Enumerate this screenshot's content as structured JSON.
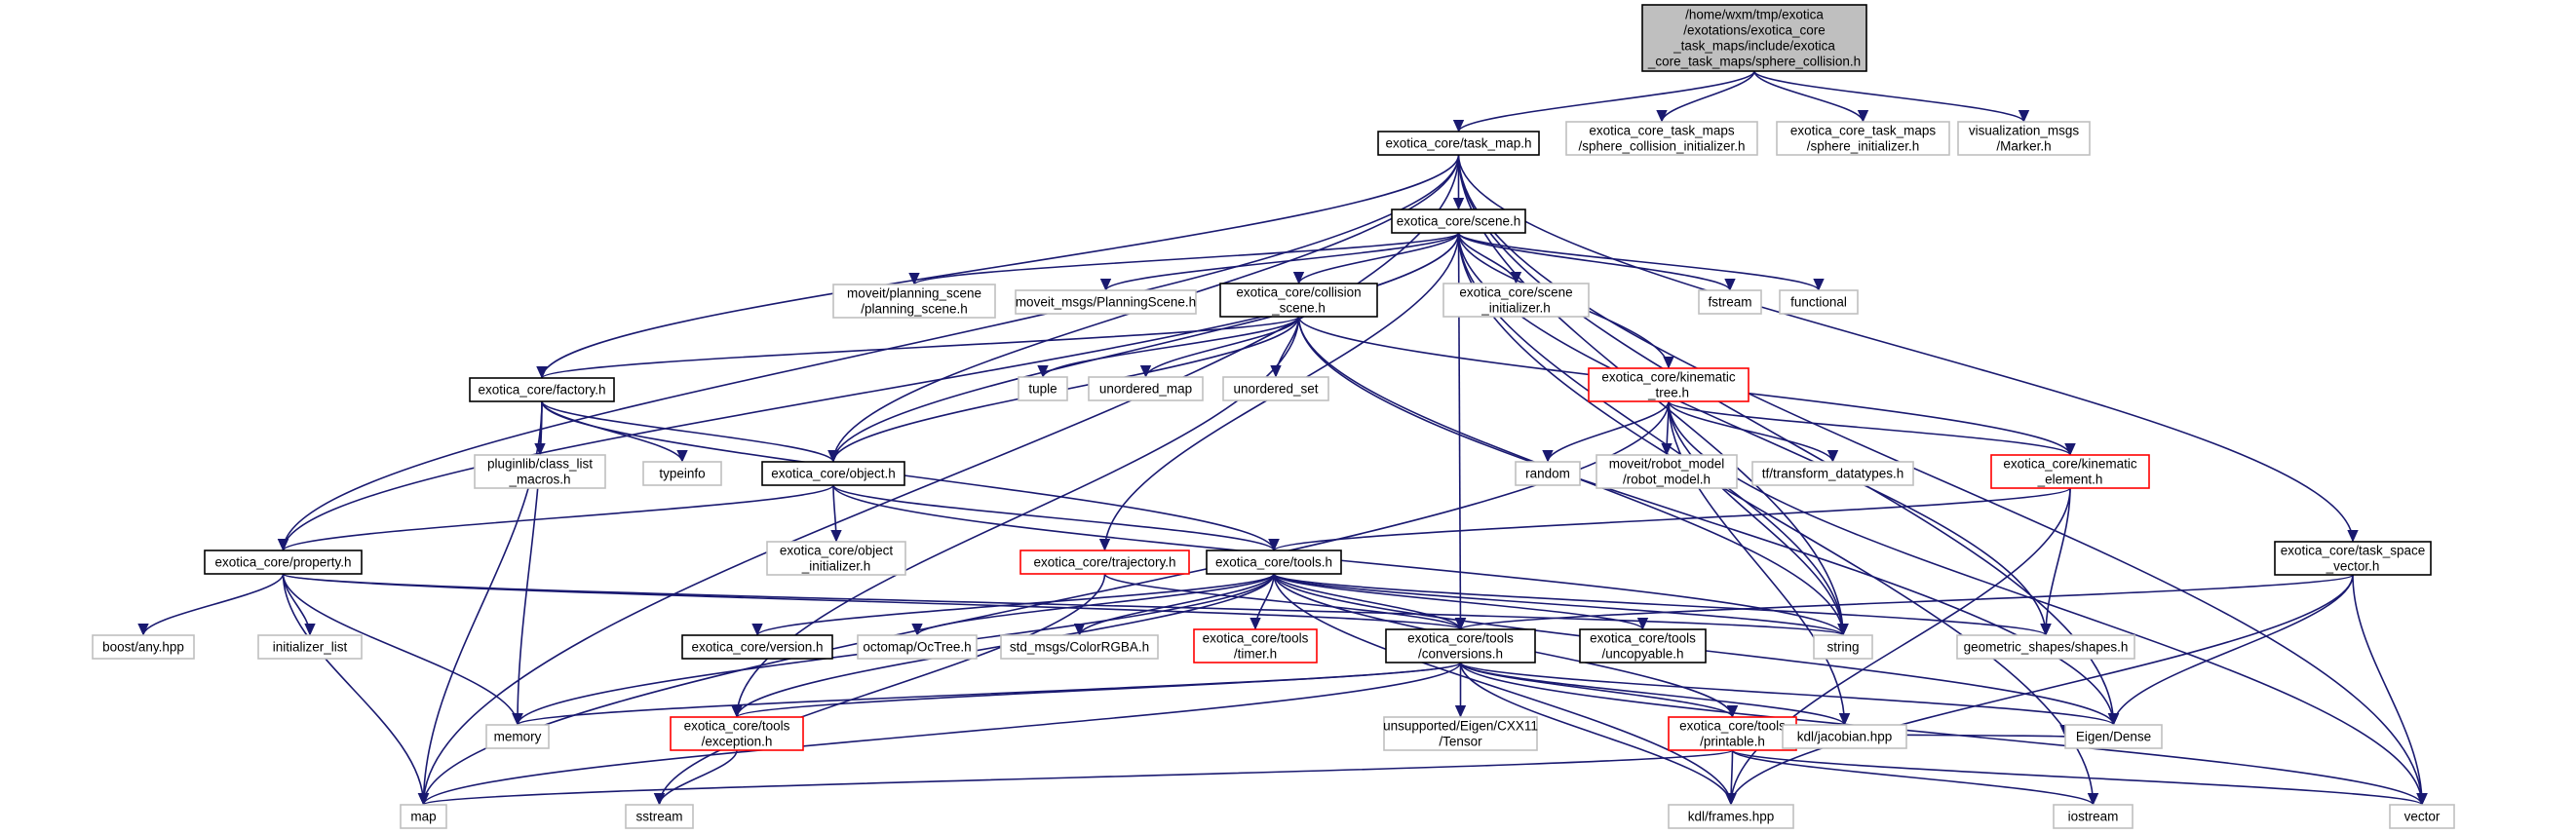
{
  "colors": {
    "edge": "#191970",
    "root_fill": "#bfbfbf",
    "root_border": "#000000",
    "documented_border": "#000000",
    "red_border": "#ff0000",
    "external_border": "#bfbfbf",
    "external_text": "#404040",
    "text": "#000000"
  },
  "graph": {
    "nodes": [
      {
        "id": "root",
        "kind": "root",
        "lines": [
          "/home/wxm/tmp/exotica",
          "/exotations/exotica_core",
          "_task_maps/include/exotica",
          "_core_task_maps/sphere_collision.h"
        ]
      },
      {
        "id": "task_map",
        "kind": "documented",
        "lines": [
          "exotica_core/task_map.h"
        ]
      },
      {
        "id": "sc_init",
        "kind": "external",
        "lines": [
          "exotica_core_task_maps",
          "/sphere_collision_initializer.h"
        ]
      },
      {
        "id": "sph_init",
        "kind": "external",
        "lines": [
          "exotica_core_task_maps",
          "/sphere_initializer.h"
        ]
      },
      {
        "id": "marker",
        "kind": "external",
        "lines": [
          "visualization_msgs",
          "/Marker.h"
        ]
      },
      {
        "id": "scene",
        "kind": "documented",
        "lines": [
          "exotica_core/scene.h"
        ]
      },
      {
        "id": "ps",
        "kind": "external",
        "lines": [
          "moveit/planning_scene",
          "/planning_scene.h"
        ]
      },
      {
        "id": "psm",
        "kind": "external",
        "lines": [
          "moveit_msgs/PlanningScene.h"
        ]
      },
      {
        "id": "collision",
        "kind": "documented",
        "lines": [
          "exotica_core/collision",
          "_scene.h"
        ]
      },
      {
        "id": "scene_init",
        "kind": "external",
        "lines": [
          "exotica_core/scene",
          "_initializer.h"
        ]
      },
      {
        "id": "fstream",
        "kind": "external",
        "lines": [
          "fstream"
        ]
      },
      {
        "id": "functional",
        "kind": "external",
        "lines": [
          "functional"
        ]
      },
      {
        "id": "factory",
        "kind": "documented",
        "lines": [
          "exotica_core/factory.h"
        ]
      },
      {
        "id": "tuple",
        "kind": "external",
        "lines": [
          "tuple"
        ]
      },
      {
        "id": "umap",
        "kind": "external",
        "lines": [
          "unordered_map"
        ]
      },
      {
        "id": "uset",
        "kind": "external",
        "lines": [
          "unordered_set"
        ]
      },
      {
        "id": "ktree",
        "kind": "red",
        "lines": [
          "exotica_core/kinematic",
          "_tree.h"
        ]
      },
      {
        "id": "pluginlib",
        "kind": "external",
        "lines": [
          "pluginlib/class_list",
          "_macros.h"
        ]
      },
      {
        "id": "typeinfo",
        "kind": "external",
        "lines": [
          "typeinfo"
        ]
      },
      {
        "id": "object",
        "kind": "documented",
        "lines": [
          "exotica_core/object.h"
        ]
      },
      {
        "id": "random",
        "kind": "external",
        "lines": [
          "random"
        ]
      },
      {
        "id": "robot_model",
        "kind": "external",
        "lines": [
          "moveit/robot_model",
          "/robot_model.h"
        ]
      },
      {
        "id": "tfdt",
        "kind": "external",
        "lines": [
          "tf/transform_datatypes.h"
        ]
      },
      {
        "id": "kelement",
        "kind": "red",
        "lines": [
          "exotica_core/kinematic",
          "_element.h"
        ]
      },
      {
        "id": "obj_init",
        "kind": "external",
        "lines": [
          "exotica_core/object",
          "_initializer.h"
        ]
      },
      {
        "id": "property",
        "kind": "documented",
        "lines": [
          "exotica_core/property.h"
        ]
      },
      {
        "id": "trajectory",
        "kind": "red",
        "lines": [
          "exotica_core/trajectory.h"
        ]
      },
      {
        "id": "tools",
        "kind": "documented",
        "lines": [
          "exotica_core/tools.h"
        ]
      },
      {
        "id": "tsv",
        "kind": "documented",
        "lines": [
          "exotica_core/task_space",
          "_vector.h"
        ]
      },
      {
        "id": "boost_any",
        "kind": "external",
        "lines": [
          "boost/any.hpp"
        ]
      },
      {
        "id": "init_list",
        "kind": "external",
        "lines": [
          "initializer_list"
        ]
      },
      {
        "id": "version",
        "kind": "documented",
        "lines": [
          "exotica_core/version.h"
        ]
      },
      {
        "id": "octree",
        "kind": "external",
        "lines": [
          "octomap/OcTree.h"
        ]
      },
      {
        "id": "color",
        "kind": "external",
        "lines": [
          "std_msgs/ColorRGBA.h"
        ]
      },
      {
        "id": "timer",
        "kind": "red",
        "lines": [
          "exotica_core/tools",
          "/timer.h"
        ]
      },
      {
        "id": "conversions",
        "kind": "documented",
        "lines": [
          "exotica_core/tools",
          "/conversions.h"
        ]
      },
      {
        "id": "uncopyable",
        "kind": "documented",
        "lines": [
          "exotica_core/tools",
          "/uncopyable.h"
        ]
      },
      {
        "id": "string",
        "kind": "external",
        "lines": [
          "string"
        ]
      },
      {
        "id": "shapes",
        "kind": "external",
        "lines": [
          "geometric_shapes/shapes.h"
        ]
      },
      {
        "id": "memory",
        "kind": "external",
        "lines": [
          "memory"
        ]
      },
      {
        "id": "exception",
        "kind": "red",
        "lines": [
          "exotica_core/tools",
          "/exception.h"
        ]
      },
      {
        "id": "tensor",
        "kind": "external",
        "lines": [
          "unsupported/Eigen/CXX11",
          "/Tensor"
        ]
      },
      {
        "id": "printable",
        "kind": "red",
        "lines": [
          "exotica_core/tools",
          "/printable.h"
        ]
      },
      {
        "id": "jacobian",
        "kind": "external",
        "lines": [
          "kdl/jacobian.hpp"
        ]
      },
      {
        "id": "eigen",
        "kind": "external",
        "lines": [
          "Eigen/Dense"
        ]
      },
      {
        "id": "map",
        "kind": "external",
        "lines": [
          "map"
        ]
      },
      {
        "id": "sstream",
        "kind": "external",
        "lines": [
          "sstream"
        ]
      },
      {
        "id": "frames",
        "kind": "external",
        "lines": [
          "kdl/frames.hpp"
        ]
      },
      {
        "id": "iostream",
        "kind": "external",
        "lines": [
          "iostream"
        ]
      },
      {
        "id": "vector",
        "kind": "external",
        "lines": [
          "vector"
        ]
      }
    ],
    "edges": [
      [
        "root",
        "task_map"
      ],
      [
        "root",
        "sc_init"
      ],
      [
        "root",
        "sph_init"
      ],
      [
        "root",
        "marker"
      ],
      [
        "task_map",
        "scene"
      ],
      [
        "task_map",
        "factory"
      ],
      [
        "task_map",
        "object"
      ],
      [
        "task_map",
        "property"
      ],
      [
        "task_map",
        "map"
      ],
      [
        "task_map",
        "vector"
      ],
      [
        "task_map",
        "string"
      ],
      [
        "task_map",
        "eigen"
      ],
      [
        "task_map",
        "tsv"
      ],
      [
        "scene",
        "ps"
      ],
      [
        "scene",
        "psm"
      ],
      [
        "scene",
        "collision"
      ],
      [
        "scene",
        "scene_init"
      ],
      [
        "scene",
        "fstream"
      ],
      [
        "scene",
        "functional"
      ],
      [
        "scene",
        "ktree"
      ],
      [
        "scene",
        "object"
      ],
      [
        "scene",
        "property"
      ],
      [
        "scene",
        "trajectory"
      ],
      [
        "scene",
        "conversions"
      ],
      [
        "scene",
        "string"
      ],
      [
        "scene",
        "shapes"
      ],
      [
        "scene",
        "iostream"
      ],
      [
        "collision",
        "factory"
      ],
      [
        "collision",
        "object"
      ],
      [
        "collision",
        "tuple"
      ],
      [
        "collision",
        "umap"
      ],
      [
        "collision",
        "uset"
      ],
      [
        "collision",
        "kelement"
      ],
      [
        "collision",
        "eigen"
      ],
      [
        "collision",
        "exception"
      ],
      [
        "collision",
        "string"
      ],
      [
        "factory",
        "object"
      ],
      [
        "factory",
        "pluginlib"
      ],
      [
        "factory",
        "typeinfo"
      ],
      [
        "factory",
        "tools"
      ],
      [
        "factory",
        "memory"
      ],
      [
        "factory",
        "map"
      ],
      [
        "ktree",
        "random"
      ],
      [
        "ktree",
        "robot_model"
      ],
      [
        "ktree",
        "tfdt"
      ],
      [
        "ktree",
        "kelement"
      ],
      [
        "ktree",
        "string"
      ],
      [
        "ktree",
        "jacobian"
      ],
      [
        "ktree",
        "vector"
      ],
      [
        "ktree",
        "map"
      ],
      [
        "kelement",
        "tools"
      ],
      [
        "kelement",
        "shapes"
      ],
      [
        "kelement",
        "frames"
      ],
      [
        "object",
        "property"
      ],
      [
        "object",
        "tools"
      ],
      [
        "object",
        "obj_init"
      ],
      [
        "object",
        "string"
      ],
      [
        "property",
        "boost_any"
      ],
      [
        "property",
        "init_list"
      ],
      [
        "property",
        "memory"
      ],
      [
        "property",
        "map"
      ],
      [
        "property",
        "conversions"
      ],
      [
        "property",
        "string"
      ],
      [
        "trajectory",
        "conversions"
      ],
      [
        "trajectory",
        "sstream"
      ],
      [
        "tools",
        "version"
      ],
      [
        "tools",
        "octree"
      ],
      [
        "tools",
        "color"
      ],
      [
        "tools",
        "timer"
      ],
      [
        "tools",
        "conversions"
      ],
      [
        "tools",
        "uncopyable"
      ],
      [
        "tools",
        "string"
      ],
      [
        "tools",
        "shapes"
      ],
      [
        "tools",
        "memory"
      ],
      [
        "tools",
        "exception"
      ],
      [
        "tools",
        "printable"
      ],
      [
        "tools",
        "frames"
      ],
      [
        "tools",
        "eigen"
      ],
      [
        "tsv",
        "conversions"
      ],
      [
        "tsv",
        "eigen"
      ],
      [
        "tsv",
        "vector"
      ],
      [
        "tsv",
        "frames"
      ],
      [
        "conversions",
        "memory"
      ],
      [
        "conversions",
        "exception"
      ],
      [
        "conversions",
        "tensor"
      ],
      [
        "conversions",
        "printable"
      ],
      [
        "conversions",
        "jacobian"
      ],
      [
        "conversions",
        "eigen"
      ],
      [
        "conversions",
        "map"
      ],
      [
        "conversions",
        "frames"
      ],
      [
        "conversions",
        "vector"
      ],
      [
        "exception",
        "sstream"
      ],
      [
        "printable",
        "map"
      ],
      [
        "printable",
        "frames"
      ],
      [
        "printable",
        "iostream"
      ],
      [
        "printable",
        "vector"
      ],
      [
        "printable",
        "eigen"
      ]
    ]
  }
}
